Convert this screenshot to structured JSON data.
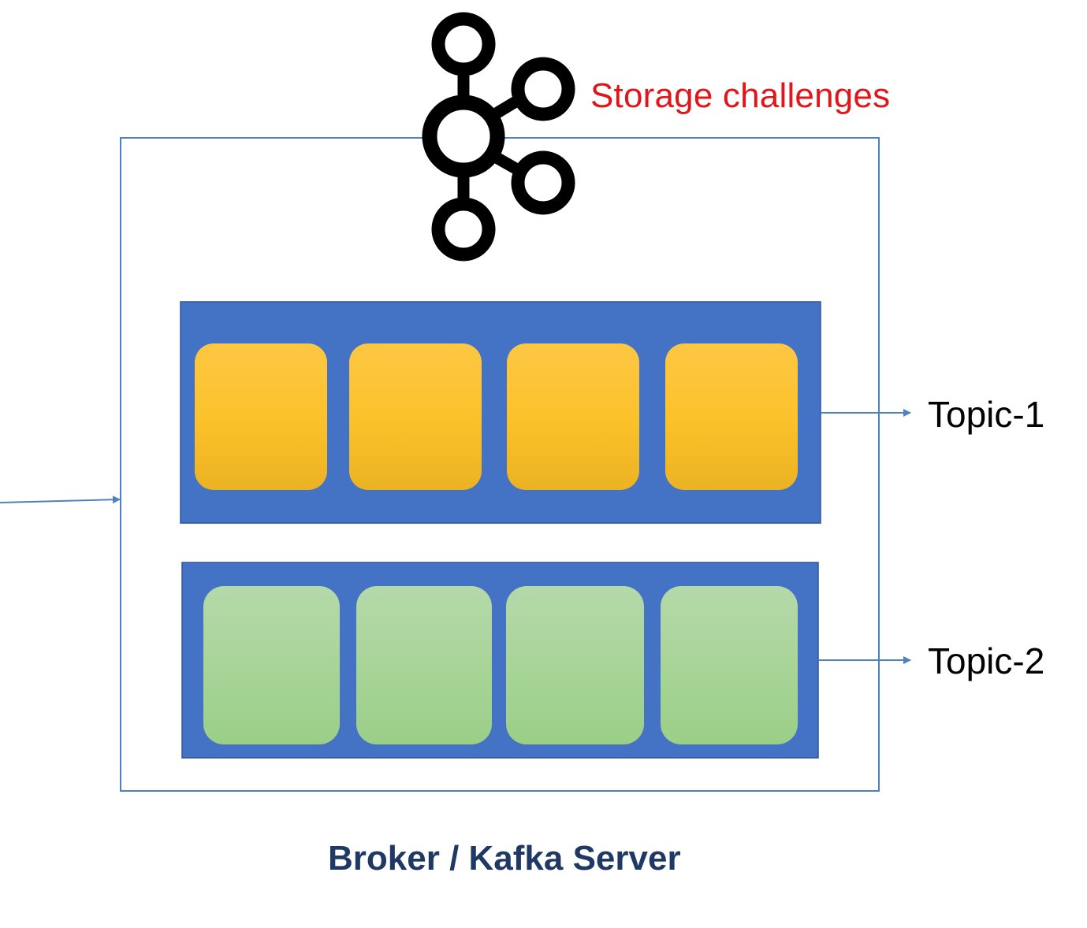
{
  "title": "Storage challenges",
  "broker_label": "Broker / Kafka Server",
  "topics": [
    {
      "label": "Topic-1",
      "partition_count": 4,
      "color": "#FBC02D"
    },
    {
      "label": "Topic-2",
      "partition_count": 4,
      "color": "#A5D49A"
    }
  ],
  "icons": {
    "logo": "kafka-logo-icon"
  },
  "colors": {
    "title": "#E0161B",
    "broker_label": "#1F3864",
    "topic_container": "#4472C4",
    "server_border": "#4F81BD",
    "arrow": "#4F81BD",
    "logo": "#000000"
  }
}
